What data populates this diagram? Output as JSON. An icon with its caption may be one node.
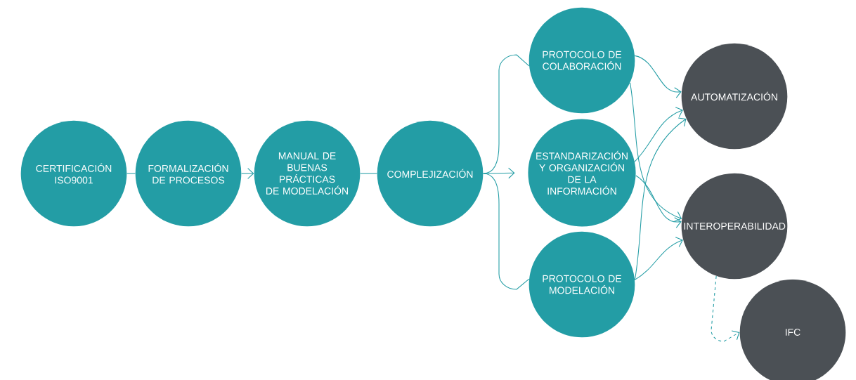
{
  "diagram": {
    "nodes": [
      {
        "text": [
          "CERTIFICACIÓN ISO9001"
        ]
      },
      {
        "text": [
          "FORMALIZACIÓN DE PROCESOS"
        ]
      },
      {
        "text": [
          "MANUAL DE BUENAS PRÁCTICAS DE MODELACIÓN"
        ]
      },
      {
        "text": [
          "COMPLEJIZACIÓN"
        ]
      },
      {
        "text": [
          "PROTOCOLO DE COLABORACIÓN"
        ]
      },
      {
        "text": [
          "ESTANDARIZACIÓN Y ORGANIZACIÓN DE LA INFORMACIÓN"
        ]
      },
      {
        "text": [
          "PROTOCOLO DE MODELACIÓN"
        ]
      },
      {
        "text": [
          "AUTOMATIZACIÓN"
        ]
      },
      {
        "text": [
          "INTEROPERABILIDAD"
        ]
      },
      {
        "text": [
          "IFC"
        ]
      }
    ],
    "edges": [
      {
        "from": 0,
        "to": 1,
        "arrow": "none"
      },
      {
        "from": 1,
        "to": 2,
        "arrow": "to"
      },
      {
        "from": 2,
        "to": 3,
        "arrow": "none"
      },
      {
        "from": 3,
        "to": 4,
        "arrow": "none"
      },
      {
        "from": 3,
        "to": 5,
        "arrow": "to"
      },
      {
        "from": 3,
        "to": 6,
        "arrow": "none"
      },
      {
        "from": 4,
        "to": 7,
        "arrow": "to"
      },
      {
        "from": 4,
        "to": 8,
        "arrow": "to"
      },
      {
        "from": 5,
        "to": 7,
        "arrow": "to"
      },
      {
        "from": 5,
        "to": 8,
        "arrow": "to"
      },
      {
        "from": 6,
        "to": 7,
        "arrow": "to"
      },
      {
        "from": 6,
        "to": 8,
        "arrow": "to"
      },
      {
        "from": 8,
        "to": 9,
        "arrow": "to",
        "style": "dashed"
      }
    ]
  }
}
